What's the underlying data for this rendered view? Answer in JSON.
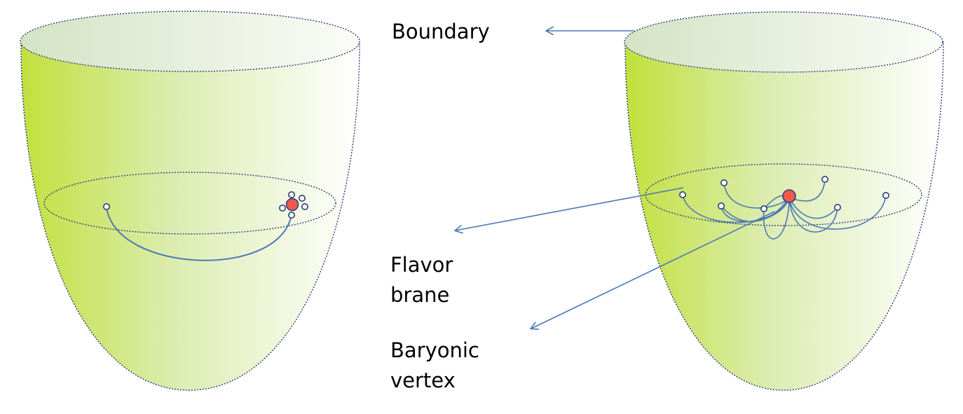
{
  "labels": {
    "boundary": "Boundary",
    "flavor_line1": "Flavor",
    "flavor_line2": "brane",
    "baryon_line1": "Baryonic",
    "baryon_line2": "vertex"
  },
  "colors": {
    "surface_dark": "#c2e03c",
    "surface_light": "#ffffff",
    "outline": "#2b3f7a",
    "string": "#4a78b8",
    "arrow": "#4a78b8",
    "vertex_fill": "#f05a4e",
    "endpoint_fill": "#ffffff"
  }
}
